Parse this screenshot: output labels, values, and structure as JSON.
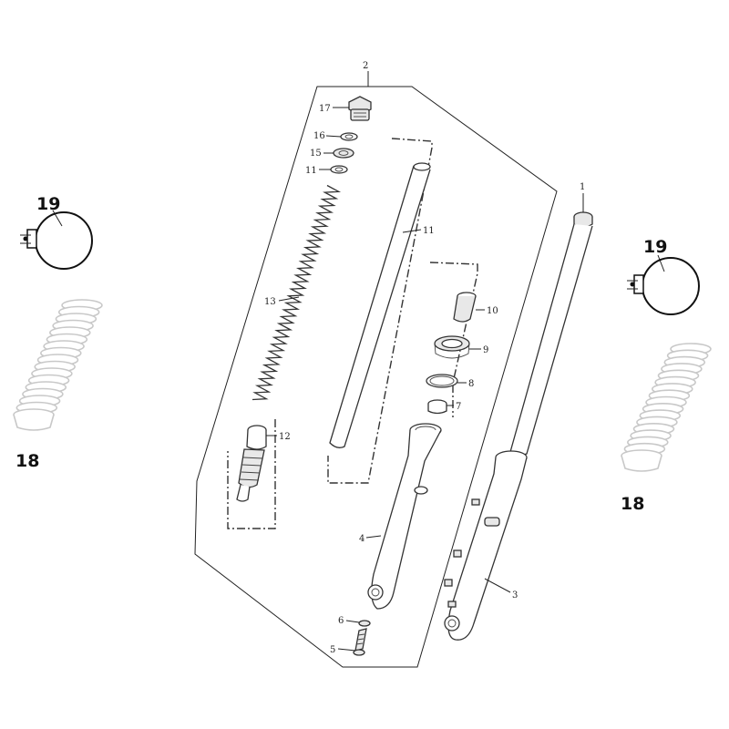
{
  "diagram": {
    "part_labels": {
      "p1": "1",
      "p2": "2",
      "p3": "3",
      "p4": "4",
      "p5": "5",
      "p6": "6",
      "p7": "7",
      "p8": "8",
      "p9": "9",
      "p10": "10",
      "p11_tube": "11",
      "p11_washer": "11",
      "p12": "12",
      "p13": "13",
      "p15": "15",
      "p16": "16",
      "p17": "17"
    },
    "side_labels": {
      "left_clamp": "19",
      "left_boot": "18",
      "right_clamp": "19",
      "right_boot": "18"
    }
  }
}
